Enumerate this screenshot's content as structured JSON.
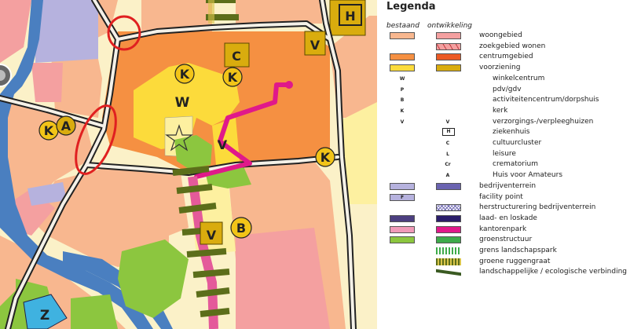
{
  "legend": {
    "title": "Legenda",
    "col_existing": "bestaand",
    "col_development": "ontwikkeling",
    "rows": [
      {
        "label": "woongebied",
        "existing_color": "#f8b78f",
        "dev_color": "#f4a0a0"
      },
      {
        "label": "zoekgebied wonen"
      },
      {
        "label": "centrumgebied",
        "existing_color": "#f59042",
        "dev_color": "#ec5a24"
      },
      {
        "label": "voorziening",
        "existing_color": "#fcdb3b",
        "dev_color": "#d9ac0e"
      },
      {
        "label": "winkelcentrum",
        "symbol": "W"
      },
      {
        "label": "pdv/gdv",
        "symbol": "P"
      },
      {
        "label": "activiteitencentrum/dorpshuis",
        "symbol": "B"
      },
      {
        "label": "kerk",
        "symbol": "K"
      },
      {
        "label": "verzorgings-/verpleeghuizen",
        "symbol": "V",
        "symbol_dev": "V"
      },
      {
        "label": "ziekenhuis",
        "symbol_dev": "H"
      },
      {
        "label": "cultuurcluster",
        "symbol_dev": "C"
      },
      {
        "label": "leisure",
        "symbol_dev": "L"
      },
      {
        "label": "crematorium",
        "symbol_dev": "Cr"
      },
      {
        "label": "Huis voor Amateurs",
        "symbol_dev": "A"
      },
      {
        "label": "bedrijventerrein",
        "existing_color": "#b6b2de",
        "dev_color": "#6a63b0"
      },
      {
        "label": "facility point",
        "symbol": "F",
        "existing_color": "#b6b2de"
      },
      {
        "label": "herstructurering bedrijventerrein"
      },
      {
        "label": "laad- en loskade",
        "existing_color": "#4c3f80",
        "dev_color": "#2a1d6a"
      },
      {
        "label": "kantorenpark",
        "existing_color": "#f09ab8",
        "dev_color": "#e0198a"
      },
      {
        "label": "groenstructuur",
        "existing_color": "#8cc63f",
        "dev_color": "#3dab4a"
      },
      {
        "label": "grens landschapspark"
      },
      {
        "label": "groene ruggengraat"
      },
      {
        "label": "landschappelijke / ecologische verbinding"
      }
    ]
  },
  "map": {
    "markers": [
      {
        "letter": "K",
        "kind": "circle"
      },
      {
        "letter": "K",
        "kind": "circle"
      },
      {
        "letter": "K",
        "kind": "circle"
      },
      {
        "letter": "K",
        "kind": "circle"
      },
      {
        "letter": "A",
        "kind": "circle"
      },
      {
        "letter": "B",
        "kind": "circle"
      },
      {
        "letter": "C",
        "kind": "square"
      },
      {
        "letter": "V",
        "kind": "square"
      },
      {
        "letter": "V",
        "kind": "plain"
      },
      {
        "letter": "V",
        "kind": "square"
      },
      {
        "letter": "H",
        "kind": "boxed"
      },
      {
        "letter": "Z",
        "kind": "plain"
      }
    ],
    "area_label": "W"
  }
}
